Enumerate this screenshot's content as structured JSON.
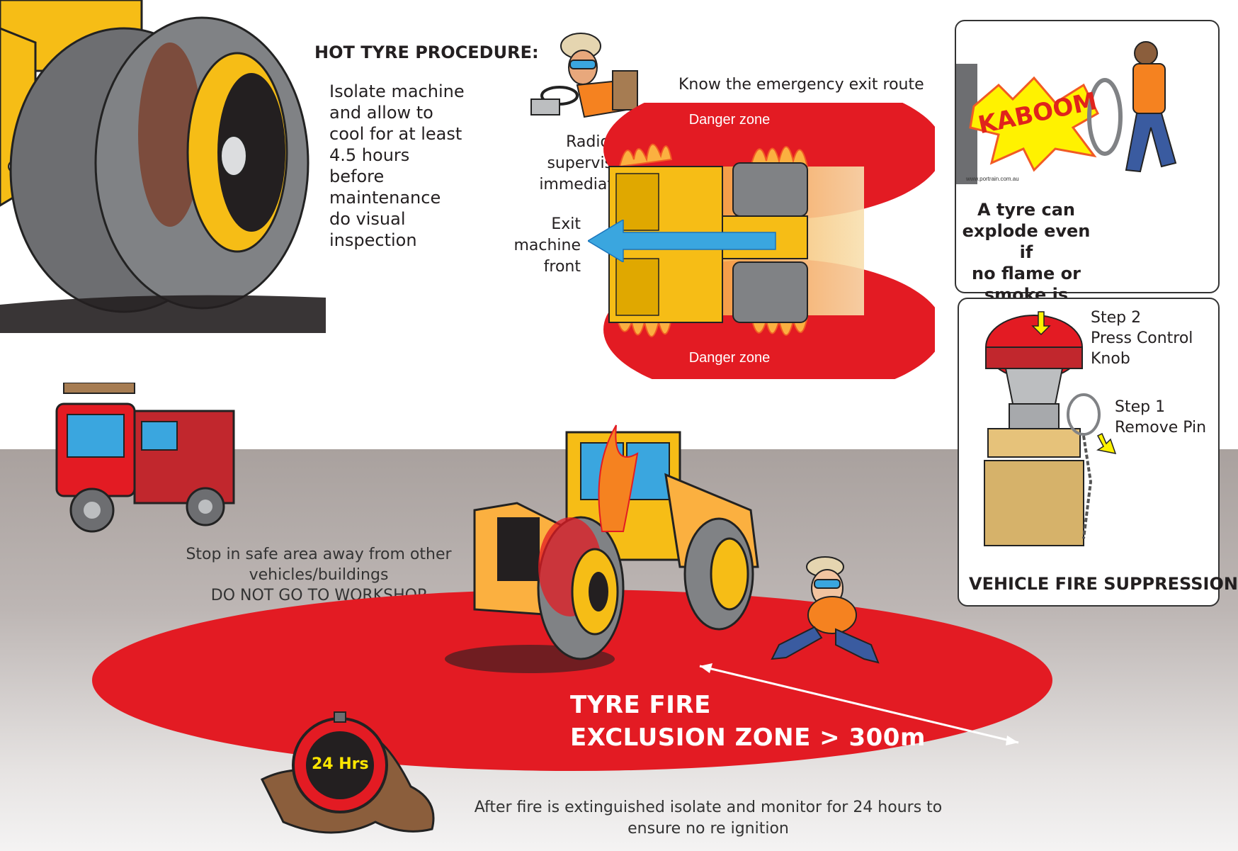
{
  "procedure": {
    "title": "HOT TYRE PROCEDURE:",
    "body": "Isolate machine\nand allow to\ncool for at least\n4.5 hours\nbefore\nmaintenance\ndo visual\ninspection"
  },
  "exit_route": {
    "know": "Know the emergency exit route",
    "radio": "Radio supervisor\nimmediately",
    "exit": "Exit\nmachine\nfront",
    "danger_top": "Danger zone",
    "danger_bottom": "Danger zone"
  },
  "explode": {
    "kaboom": "KABOOM",
    "url": "www.portrain.com.au",
    "text": "A tyre can explode even if\nno flame or smoke is visible\nAproach from front or back,\nnever stand facing tyre."
  },
  "suppression": {
    "step2": "Step 2\nPress Control\nKnob",
    "step1": "Step 1\nRemove Pin",
    "title": "VEHICLE  FIRE SUPPRESSION"
  },
  "stop": "Stop in safe area away from other\nvehicles/buildings\nDO NOT GO TO WORKSHOP",
  "zone": "TYRE FIRE\nEXCLUSION ZONE > 300m",
  "timer": "24 Hrs",
  "after": "After fire is extinguished isolate and monitor for 24 hours to\nensure no re ignition",
  "colors": {
    "red": "#e31b23",
    "yellow": "#f6bd16",
    "blue": "#3aa6df",
    "ground": "#b4acaa"
  }
}
